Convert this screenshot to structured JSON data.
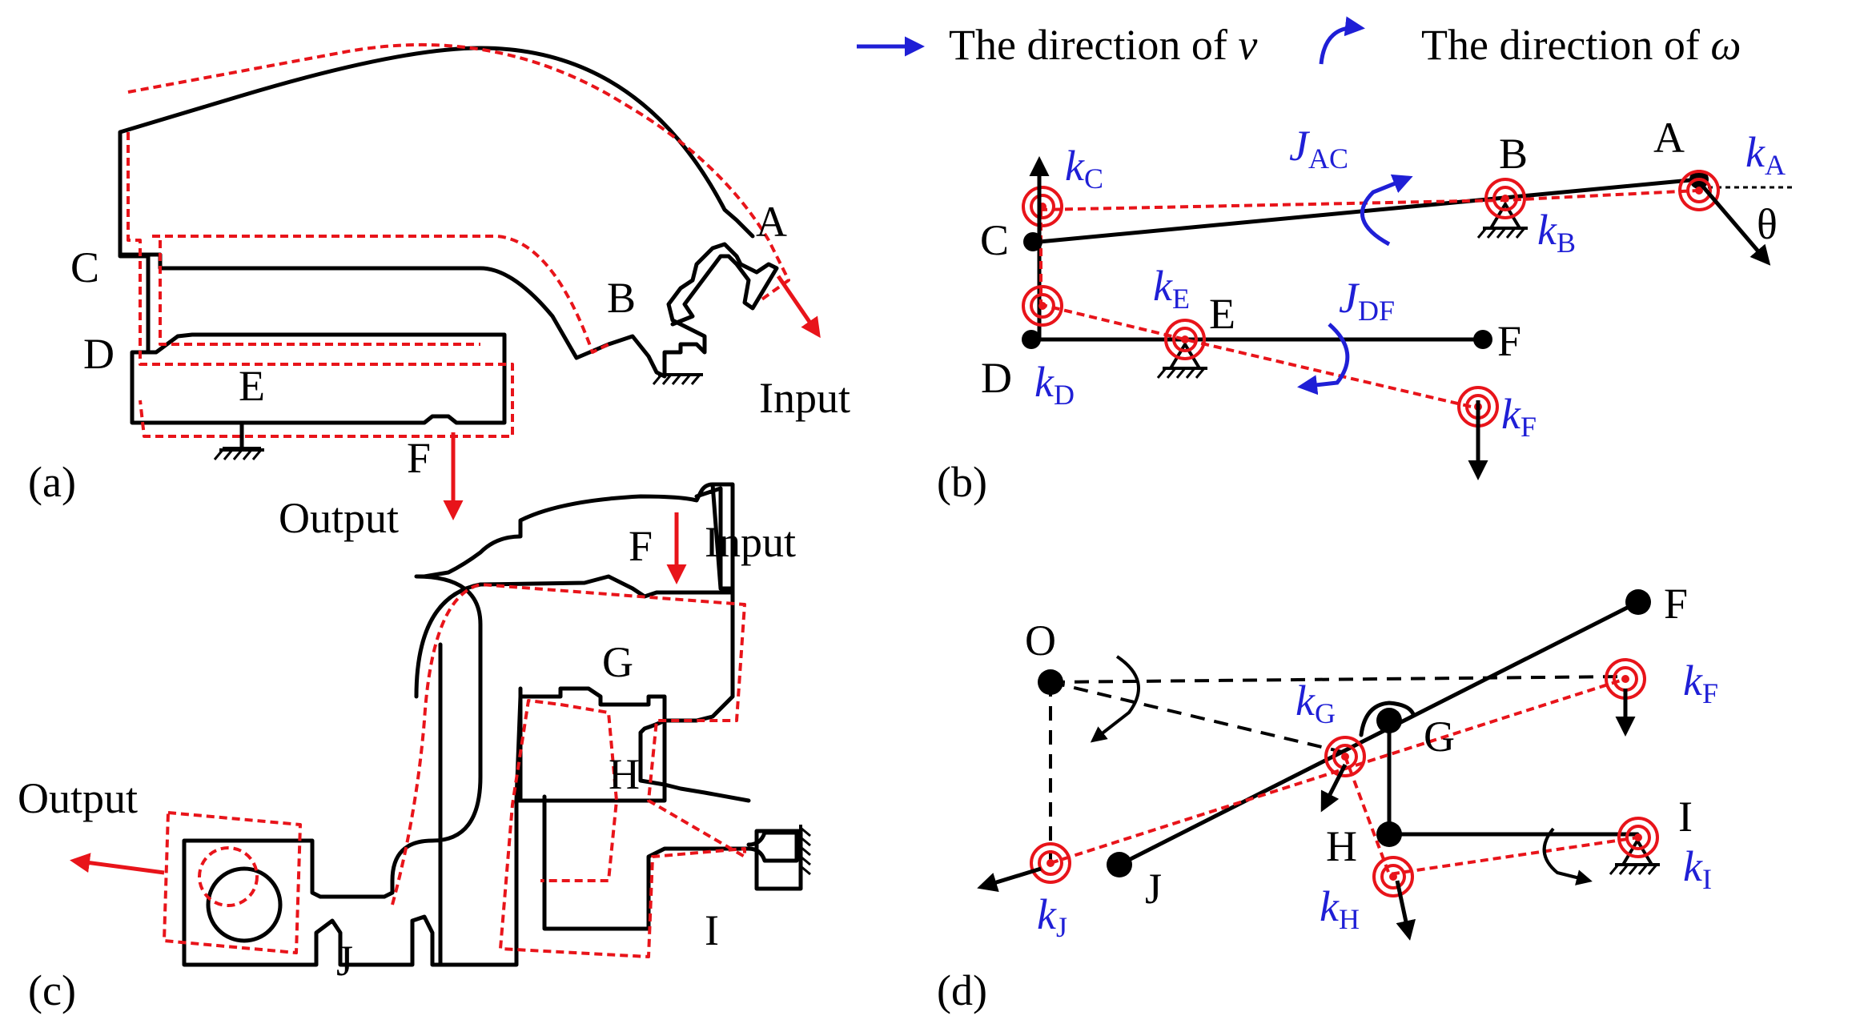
{
  "legend": {
    "v_text": "The direction of ",
    "v_sym": "v",
    "w_text": "The direction of ",
    "w_sym": "ω"
  },
  "panel_a": {
    "tag": "(a)",
    "labels": {
      "A": "A",
      "B": "B",
      "C": "C",
      "D": "D",
      "E": "E",
      "F": "F"
    },
    "input": "Input",
    "output": "Output"
  },
  "panel_b": {
    "tag": "(b)",
    "labels": {
      "A": "A",
      "B": "B",
      "C": "C",
      "D": "D",
      "E": "E",
      "F": "F",
      "theta": "θ"
    },
    "k_sym": "k",
    "k_subs": {
      "A": "A",
      "B": "B",
      "C": "C",
      "D": "D",
      "E": "E",
      "F": "F"
    },
    "J_sym": "J",
    "J_subs": {
      "AC": "AC",
      "DF": "DF"
    }
  },
  "panel_c": {
    "tag": "(c)",
    "labels": {
      "F": "F",
      "G": "G",
      "H": "H",
      "I": "I",
      "J": "J"
    },
    "input": "Input",
    "output": "Output"
  },
  "panel_d": {
    "tag": "(d)",
    "labels": {
      "O": "O",
      "F": "F",
      "G": "G",
      "H": "H",
      "I": "I",
      "J": "J"
    },
    "k_sym": "k",
    "k_subs": {
      "F": "F",
      "G": "G",
      "H": "H",
      "I": "I",
      "J": "J"
    }
  },
  "colors": {
    "rigid": "#000000",
    "deformed": "#e8141a",
    "velocity": "#1f1fd6"
  }
}
